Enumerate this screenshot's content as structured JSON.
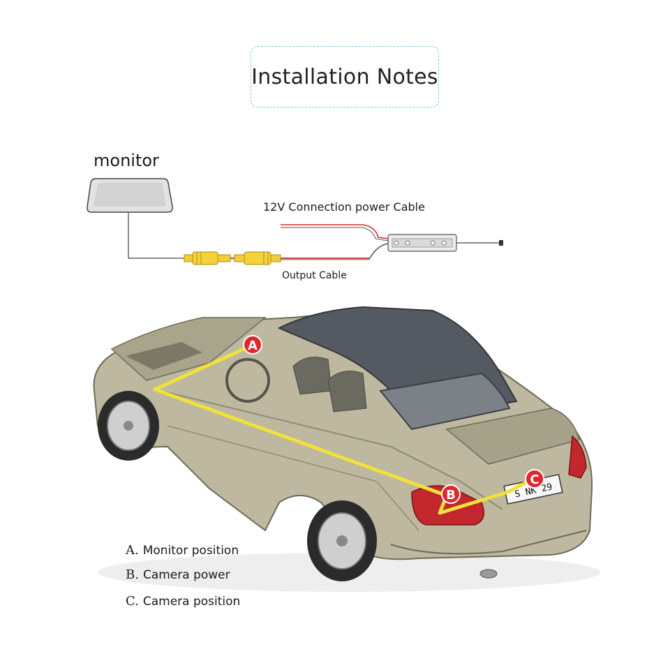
{
  "title": "Installation Notes",
  "wiring": {
    "monitor_label": "monitor",
    "power_cable_label": "12V Connection power Cable",
    "output_cable_label": "Output Cable"
  },
  "car": {
    "markers": [
      {
        "letter": "A"
      },
      {
        "letter": "B"
      },
      {
        "letter": "C"
      }
    ],
    "plate_text": "S NK 29"
  },
  "legend": [
    {
      "letter": "A.",
      "text": "Monitor position"
    },
    {
      "letter": "B.",
      "text": "Camera power"
    },
    {
      "letter": "C.",
      "text": "Camera position"
    }
  ],
  "colors": {
    "route_line": "#f2e13a",
    "marker_fill": "#e0262b",
    "cable_yellow": "#f5d23a",
    "cable_red": "#d8282a",
    "car_body": "#b8b49c",
    "roof": "#4a4f55"
  }
}
